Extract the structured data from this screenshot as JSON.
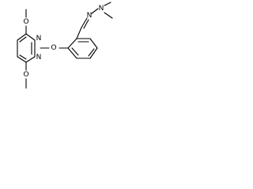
{
  "molecule": {
    "atoms": {
      "o_methoxy_top": "O",
      "n_pyrimidine_top": "N",
      "n_pyrimidine_bottom": "N",
      "o_ether": "O",
      "o_methoxy_bottom": "O",
      "n_hydrazone": "N",
      "n_dimethylamino": "N"
    }
  }
}
